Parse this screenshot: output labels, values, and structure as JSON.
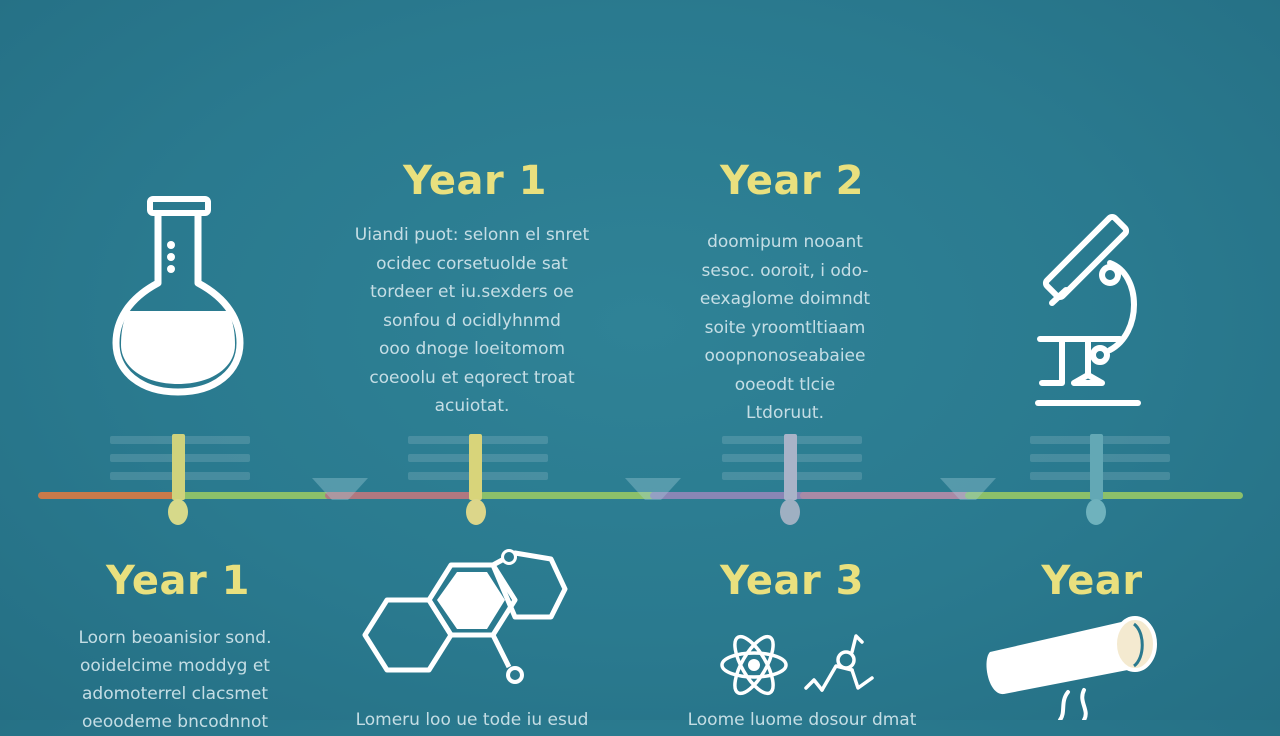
{
  "colors": {
    "background": "#2a7a8f",
    "heading": "#e9e07e",
    "text": "#d2e6ec",
    "icon": "#ffffff",
    "axis_orange": "#c97a4a",
    "axis_green": "#8cc06a",
    "axis_purple": "#8a86b5",
    "axis_rose": "#b07880"
  },
  "top_milestones": [
    {
      "heading": "Year 1",
      "text": "Uiandi puot: selonn el snret\nocidec corsetuolde  sat\ntordeer et iu.sexders oe\nsonfou d  ocidlyhnmd\nooo dnoge loeitomom\ncoeoolu et eqorect troat\nacuiotat."
    },
    {
      "heading": "Year 2",
      "text": "doomipum nooant\nsesoc. ooroit, i odo-\neexaglome doimndt\nsoite yroomtltiaam\nooopnonoseabaiee\nooeodt tlcie\nLtdoruut."
    }
  ],
  "bottom_milestones": [
    {
      "heading": "Year 1",
      "text": "Loorn beoanisior sond.\nooidelcime moddyg et\nadomoterrel clacsmet\noeoodeme bncodnnot"
    },
    {
      "heading": "Year 3",
      "text": "Loome luome dosour dmat"
    },
    {
      "heading": "Year",
      "text": ""
    },
    {
      "heading": "",
      "text": "Lomeru loo ue tode iu esud"
    }
  ],
  "icons": {
    "flask": "flask-icon",
    "microscope": "microscope-icon",
    "molecule": "hexagon-molecule-icon",
    "atom": "atom-icon",
    "chemical_structure": "chemical-structure-icon",
    "scroll": "scroll-icon"
  }
}
